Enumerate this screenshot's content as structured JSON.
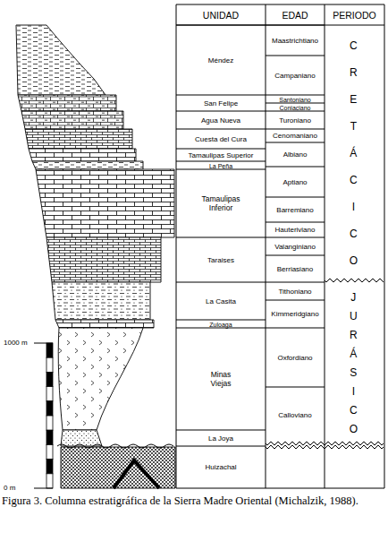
{
  "diagram": {
    "caption": "Figura 3. Columna estratigráfica de la Sierra Madre Oriental (Michalzik, 1988).",
    "nodes": [
      {
        "text": [
          "UNIDAD"
        ]
      },
      {
        "text": [
          "EDAD"
        ]
      },
      {
        "text": [
          "PERIODO"
        ]
      },
      {
        "text": [
          "Méndez"
        ]
      },
      {
        "text": [
          "San Felipe"
        ]
      },
      {
        "text": [
          "Agua Nueva"
        ]
      },
      {
        "text": [
          "Cuesta del Cura"
        ]
      },
      {
        "text": [
          "Tamaulipas Superior"
        ]
      },
      {
        "text": [
          "La Peña"
        ]
      },
      {
        "text": [
          "Tamaulipas Inferior"
        ]
      },
      {
        "text": [
          "Taraises"
        ]
      },
      {
        "text": [
          "La Casita"
        ]
      },
      {
        "text": [
          "Zuloaga"
        ]
      },
      {
        "text": [
          "Minas Viejas"
        ]
      },
      {
        "text": [
          "La Joya"
        ]
      },
      {
        "text": [
          "Huizachal"
        ]
      },
      {
        "text": [
          "Maastrichtiano"
        ]
      },
      {
        "text": [
          "Campaniano"
        ]
      },
      {
        "text": [
          "Santoniano"
        ]
      },
      {
        "text": [
          "Coniaciano"
        ]
      },
      {
        "text": [
          "Turoniano"
        ]
      },
      {
        "text": [
          "Cenomaniano"
        ]
      },
      {
        "text": [
          "Albiano"
        ]
      },
      {
        "text": [
          "Aptiano"
        ]
      },
      {
        "text": [
          "Barremiano"
        ]
      },
      {
        "text": [
          "Hauteriviano"
        ]
      },
      {
        "text": [
          "Valanginiano"
        ]
      },
      {
        "text": [
          "Berriasiano"
        ]
      },
      {
        "text": [
          "Tithoniano"
        ]
      },
      {
        "text": [
          "Kimmeridgiano"
        ]
      },
      {
        "text": [
          "Oxfordiano"
        ]
      },
      {
        "text": [
          "Calloviano"
        ]
      },
      {
        "text": [
          "CRETÁCICO"
        ]
      },
      {
        "text": [
          "JURÁSICO"
        ]
      }
    ],
    "labels": [
      "1000 m",
      "0 m"
    ]
  }
}
